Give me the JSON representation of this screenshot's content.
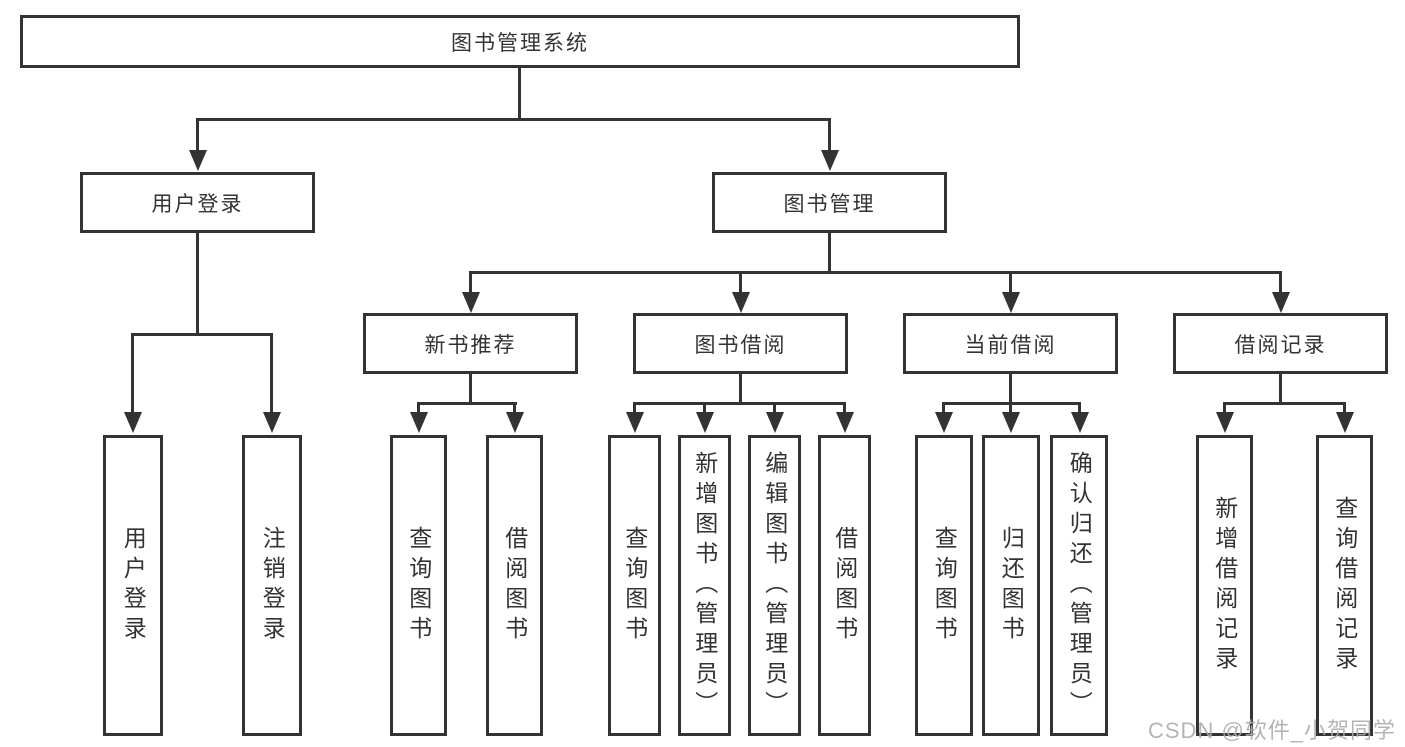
{
  "diagram": {
    "root": "图书管理系统",
    "branches": [
      {
        "label": "用户登录",
        "children": [
          {
            "label": "用户登录"
          },
          {
            "label": "注销登录"
          }
        ]
      },
      {
        "label": "图书管理",
        "children": [
          {
            "label": "新书推荐",
            "children": [
              {
                "label": "查询图书"
              },
              {
                "label": "借阅图书"
              }
            ]
          },
          {
            "label": "图书借阅",
            "children": [
              {
                "label": "查询图书"
              },
              {
                "label": "新增图书（管理员）"
              },
              {
                "label": "编辑图书（管理员）"
              },
              {
                "label": "借阅图书"
              }
            ]
          },
          {
            "label": "当前借阅",
            "children": [
              {
                "label": "查询图书"
              },
              {
                "label": "归还图书"
              },
              {
                "label": "确认归还（管理员）"
              }
            ]
          },
          {
            "label": "借阅记录",
            "children": [
              {
                "label": "新增借阅记录"
              },
              {
                "label": "查询借阅记录"
              }
            ]
          }
        ]
      }
    ]
  },
  "watermark": {
    "text": "CSDN @软件_小贺同学"
  },
  "colors": {
    "line": "#333333",
    "text": "#333333",
    "background": "#ffffff",
    "watermark": "#acacac"
  }
}
